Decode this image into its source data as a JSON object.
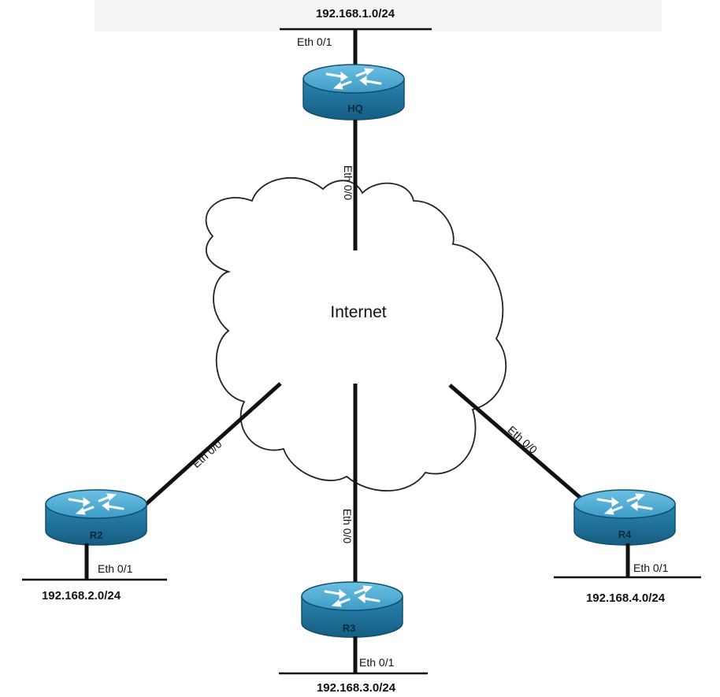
{
  "cloud": {
    "label": "Internet"
  },
  "routers": {
    "hq": {
      "name": "HQ",
      "lan_interface": "Eth 0/1",
      "wan_interface": "Eth 0/0",
      "lan_network": "192.168.1.0/24"
    },
    "r2": {
      "name": "R2",
      "lan_interface": "Eth 0/1",
      "wan_interface": "Eth 0/0",
      "lan_network": "192.168.2.0/24"
    },
    "r3": {
      "name": "R3",
      "lan_interface": "Eth 0/1",
      "wan_interface": "Eth 0/0",
      "lan_network": "192.168.3.0/24"
    },
    "r4": {
      "name": "R4",
      "lan_interface": "Eth 0/1",
      "wan_interface": "Eth 0/0",
      "lan_network": "192.168.4.0/24"
    }
  },
  "colors": {
    "router_top": "#4aa6cf",
    "router_side": "#1f6f97",
    "router_edge": "#12506f",
    "arrow": "#ffffff",
    "line": "#111111"
  },
  "icons": {
    "router": "router-icon",
    "cloud": "cloud-icon"
  }
}
